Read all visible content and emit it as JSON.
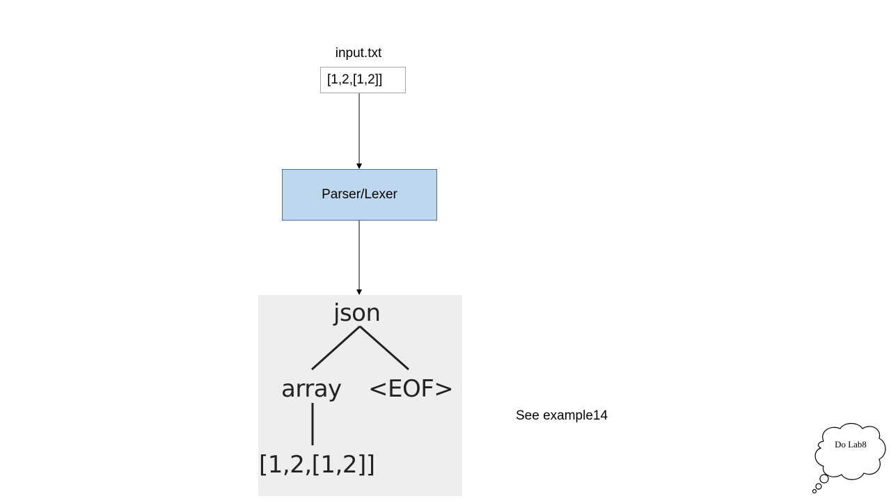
{
  "input_file": {
    "label": "input.txt",
    "content": "[1,2,[1,2]]"
  },
  "parser": {
    "label": "Parser/Lexer"
  },
  "parse_tree": {
    "root": "json",
    "children": [
      "array",
      "<EOF>"
    ],
    "leaf": "[1,2,[1,2]]"
  },
  "note": "See example14",
  "thought_bubble": {
    "text": "Do Lab8"
  },
  "colors": {
    "parser_fill": "#bdd7ee",
    "parser_border": "#41719c",
    "tree_background": "#eeeeee"
  }
}
